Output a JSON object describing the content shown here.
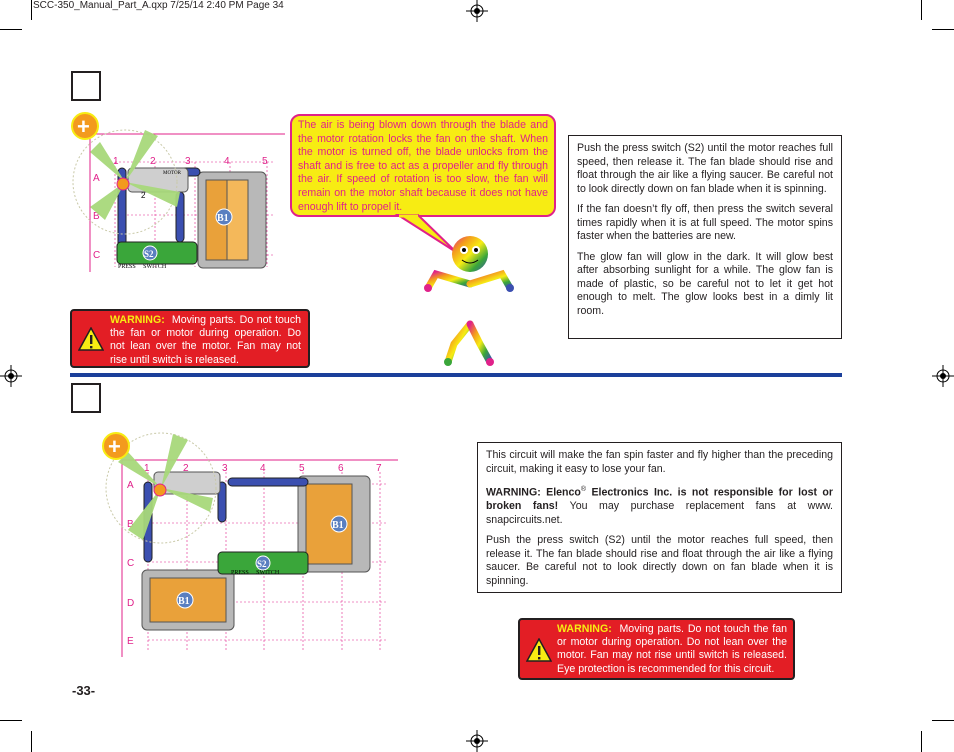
{
  "header": {
    "file_info": "SCC-350_Manual_Part_A.qxp  7/25/14  2:40 PM  Page 34"
  },
  "speech_bubble": {
    "text": "The air is being blown down through the blade and the motor rotation locks the fan on the shaft. When the motor is turned off, the blade unlocks from the shaft and is free to act as a propeller and fly through the air. If speed of rotation is too slow, the fan will remain on the motor shaft because it does not have enough lift to propel it."
  },
  "project1": {
    "instructions": [
      "Push the press switch (S2) until the motor reaches full speed, then release it. The fan blade should rise and float through the air like a flying saucer. Be careful not to look directly down on fan blade when it is spinning.",
      "If the fan doesn’t fly off, then press the switch several times rapidly when it is at full speed. The motor spins faster when the batteries are new.",
      "The glow fan will glow in the dark. It will glow best after absorbing sunlight for a while. The glow fan is made of plastic, so be careful not to let it get hot enough to melt. The glow looks best in a dimly lit room."
    ],
    "warning_label": "WARNING:",
    "warning_text": "Moving parts. Do not touch the fan or motor during operation. Do not lean over the motor. Fan may not rise until switch is released.",
    "diagram": {
      "cols": [
        "1",
        "2",
        "3",
        "4",
        "5"
      ],
      "rows": [
        "A",
        "B",
        "C"
      ],
      "motor_label": "MOTOR",
      "battery_label": "B1",
      "switch_label": "S2",
      "switch_text": "PRESS     SWITCH",
      "wire_num": "2",
      "plus": "+"
    }
  },
  "project2": {
    "intro": "This circuit will make the fan spin faster and fly higher than the preceding circuit, making it easy to lose your fan.",
    "warning_bold_1": "WARNING:  Elenco",
    "warning_reg": "®",
    "warning_bold_2": " Electronics Inc. is not responsible for lost or broken fans!",
    "warning_rest": " You may purchase replacement fans at www. snapcircuits.net.",
    "instructions": "Push the press switch (S2) until the motor reaches full speed, then release it. The fan blade should rise and float through the air like a flying saucer. Be careful not to look directly down on fan blade when it is spinning.",
    "warning_label": "WARNING:",
    "warning_text": "Moving parts. Do not touch the fan or motor during operation. Do not lean over the motor. Fan may not rise until switch is released. Eye protection is recommended for this circuit.",
    "diagram": {
      "cols": [
        "1",
        "2",
        "3",
        "4",
        "5",
        "6",
        "7"
      ],
      "rows": [
        "A",
        "B",
        "C",
        "D",
        "E"
      ],
      "battery_label": "B1",
      "switch_label": "S2",
      "switch_text": "PRESS     SWITCH",
      "plus": "+"
    }
  },
  "footer": {
    "page_number": "-33-"
  },
  "colors": {
    "blue_rule": "#1b3f9a",
    "warning_red": "#e31e25",
    "bubble_yellow": "#f7ec13",
    "bubble_pink": "#e0218a",
    "grid_red": "#e0218a",
    "fan_green": "#a8d87a"
  }
}
